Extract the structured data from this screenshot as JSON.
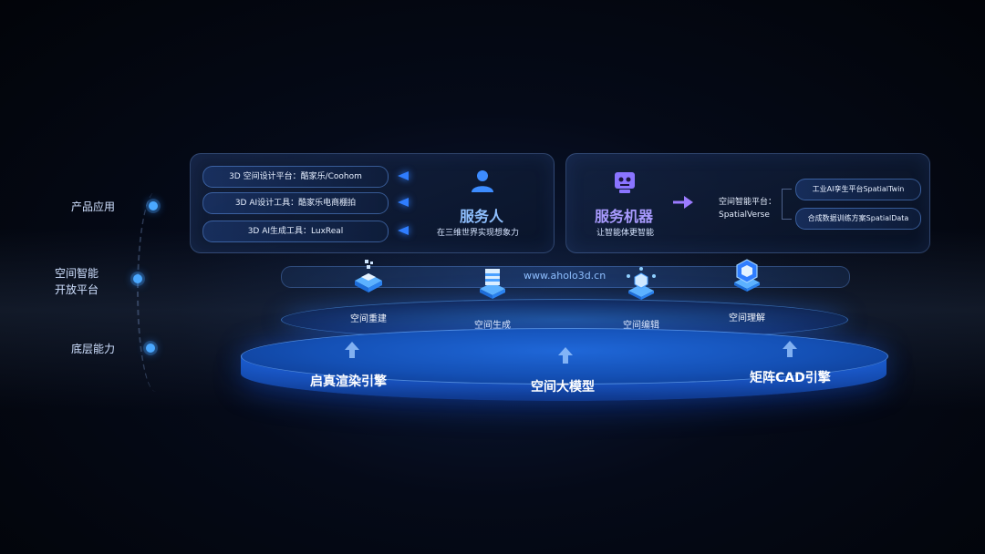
{
  "axis": {
    "levels": [
      {
        "label_lines": [
          "产品应用"
        ]
      },
      {
        "label_lines": [
          "空间智能",
          "开放平台"
        ]
      },
      {
        "label_lines": [
          "底层能力"
        ]
      }
    ]
  },
  "left_panel": {
    "products": [
      "3D 空间设计平台：酷家乐/Coohom",
      "3D AI设计工具：酷家乐电商棚拍",
      "3D AI生成工具：LuxReal"
    ],
    "title": "服务人",
    "subtitle": "在三维世界实现想象力"
  },
  "right_panel": {
    "title": "服务机器",
    "subtitle": "让智能体更智能",
    "platform_line1": "空间智能平台：",
    "platform_line2": "SpatialVerse",
    "solutions": [
      "工业AI孪生平台SpatialTwin",
      "合成数据训练方案SpatialData"
    ]
  },
  "open_platform": {
    "url": "www.aholo3d.cn",
    "modules": [
      "空间重建",
      "空间生成",
      "空间编辑",
      "空间理解"
    ]
  },
  "base": {
    "capabilities": [
      "启真渲染引擎",
      "空间大模型",
      "矩阵CAD引擎"
    ]
  },
  "colors": {
    "accent": "#2f7dff",
    "title_blue": "#8fc0ff",
    "robot_purple": "#9b7bff"
  }
}
